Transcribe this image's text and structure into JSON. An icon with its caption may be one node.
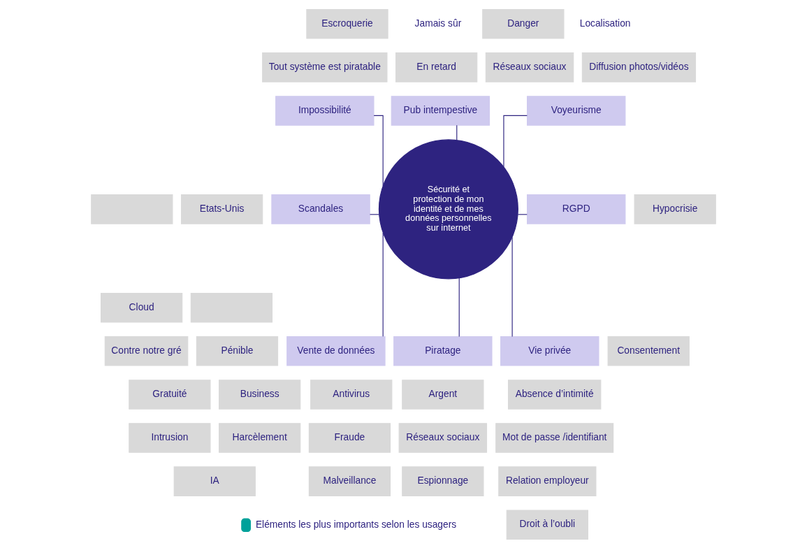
{
  "diagram": {
    "nodes": [
      {
        "text": [
          "Escroquerie"
        ]
      },
      {
        "text": [
          "Danger"
        ]
      },
      {
        "text": [
          "Tout système est piratable"
        ]
      },
      {
        "text": [
          "En retard"
        ]
      },
      {
        "text": [
          "Réseaux sociaux"
        ]
      },
      {
        "text": [
          "Diffusion photos/vidéos"
        ]
      },
      {
        "text": [
          "Impossibilité"
        ]
      },
      {
        "text": [
          "Pub intempestive"
        ]
      },
      {
        "text": [
          "Voyeurisme"
        ]
      },
      {
        "text": [],
        "shape": "box"
      },
      {
        "text": [
          "Etats-Unis"
        ]
      },
      {
        "text": [
          "Scandales"
        ]
      },
      {
        "text": [
          "Sécurité et protection de mon identité et de mes données personnelles sur internet"
        ]
      },
      {
        "text": [
          "RGPD"
        ]
      },
      {
        "text": [
          "Hypocrisie"
        ]
      },
      {
        "text": [
          "Cloud"
        ]
      },
      {
        "text": [],
        "shape": "box"
      },
      {
        "text": [
          "Contre notre gré"
        ]
      },
      {
        "text": [
          "Pénible"
        ]
      },
      {
        "text": [
          "Consentement"
        ]
      },
      {
        "text": [
          "Vente de données"
        ]
      },
      {
        "text": [
          "Piratage"
        ]
      },
      {
        "text": [
          "Vie privée"
        ]
      },
      {
        "text": [
          "Gratuité"
        ]
      },
      {
        "text": [
          "Business"
        ]
      },
      {
        "text": [
          "Absence d’intimité"
        ]
      },
      {
        "text": [
          "Intrusion"
        ]
      },
      {
        "text": [
          "Harcèlement"
        ]
      },
      {
        "text": [
          "Mot de passe /identifiant"
        ]
      },
      {
        "text": [
          "IA"
        ]
      },
      {
        "text": [
          "Antivirus"
        ]
      },
      {
        "text": [
          "Argent"
        ]
      },
      {
        "text": [
          "Fraude"
        ]
      },
      {
        "text": [
          "Réseaux sociaux"
        ]
      },
      {
        "text": [
          "Relation employeur"
        ]
      },
      {
        "text": [
          "Malveillance"
        ]
      },
      {
        "text": [
          "Espionnage"
        ]
      },
      {
        "text": [
          "Droit à l’oubli"
        ]
      }
    ],
    "edges": [
      {
        "from": 12,
        "to": 6,
        "arrow": "none"
      },
      {
        "from": 12,
        "to": 7,
        "arrow": "none"
      },
      {
        "from": 12,
        "to": 8,
        "arrow": "none"
      },
      {
        "from": 12,
        "to": 11,
        "arrow": "none"
      },
      {
        "from": 12,
        "to": 13,
        "arrow": "none"
      },
      {
        "from": 12,
        "to": 20,
        "arrow": "none"
      },
      {
        "from": 12,
        "to": 21,
        "arrow": "none"
      },
      {
        "from": 12,
        "to": 22,
        "arrow": "none"
      }
    ],
    "labels": [
      "Jamais sûr",
      "Localisation"
    ],
    "legend": [
      {
        "text": "Eléments les plus importants selon les usagers",
        "color": "#00a19a"
      }
    ]
  }
}
